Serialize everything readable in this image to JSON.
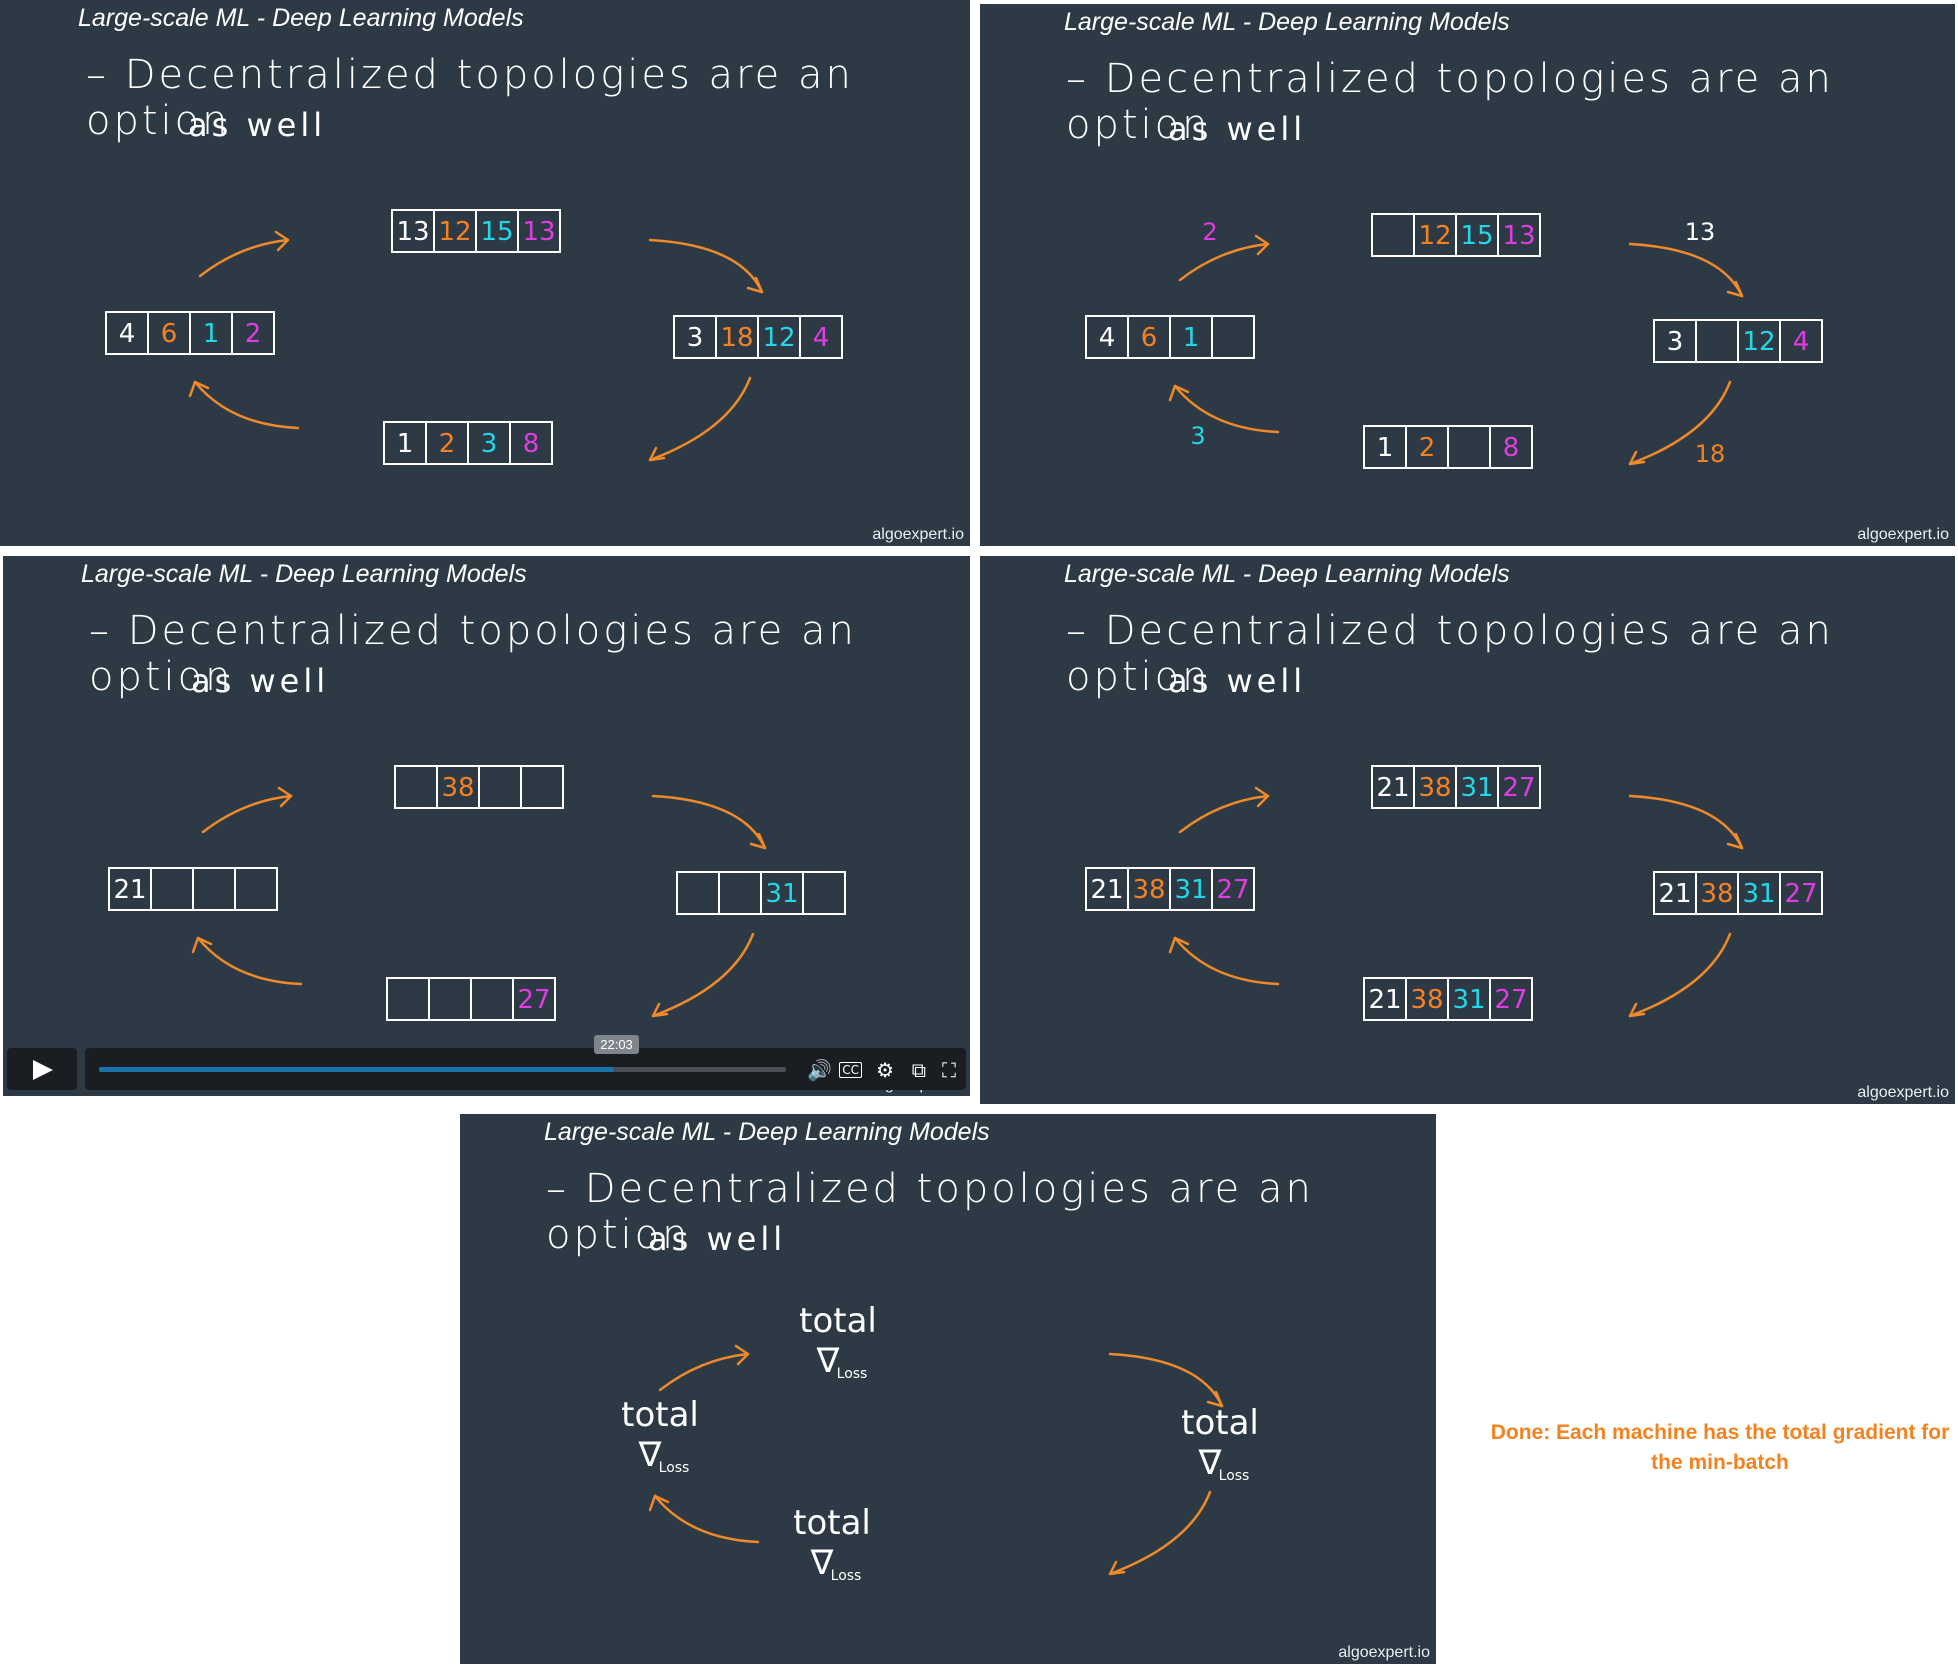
{
  "colors": {
    "background": "#2d3a45",
    "white": "#ffffff",
    "orange": "#f58220",
    "cyan": "#23d7e6",
    "magenta": "#e03ce0",
    "arrow": "#ee8a2a",
    "caption": "#f58220"
  },
  "panel_title": "Large-scale ML - Deep Learning Models",
  "handwritten_line1": "– Decentralized topologies are an option",
  "handwritten_line2": "as well",
  "watermark": "algoexpert.io",
  "total_label": "total",
  "loss_label": "Loss",
  "nabla": "∇",
  "video": {
    "time_tooltip": "22:03",
    "progress_fraction": 0.75,
    "play_icon": "play-icon",
    "volume_icon": "🔊",
    "cc_icon": "CC",
    "settings_icon": "⚙",
    "pip_icon": "⧉",
    "fullscreen_icon": "⛶"
  },
  "panels": [
    {
      "machines": [
        [
          "13",
          "12",
          "15",
          "13"
        ],
        [
          "3",
          "18",
          "12",
          "4"
        ],
        [
          "1",
          "2",
          "3",
          "8"
        ],
        [
          "4",
          "6",
          "1",
          "2"
        ]
      ],
      "transfer_labels": []
    },
    {
      "machines": [
        [
          "",
          "12",
          "15",
          "13"
        ],
        [
          "3",
          "",
          "12",
          "4"
        ],
        [
          "1",
          "2",
          "",
          "8"
        ],
        [
          "4",
          "6",
          "1",
          ""
        ]
      ],
      "transfer_labels": [
        {
          "text": "2",
          "color": "magenta"
        },
        {
          "text": "13",
          "color": "white"
        },
        {
          "text": "18",
          "color": "orange"
        },
        {
          "text": "3",
          "color": "cyan"
        }
      ]
    },
    {
      "machines": [
        [
          "",
          "38",
          "",
          ""
        ],
        [
          "",
          "",
          "31",
          ""
        ],
        [
          "",
          "",
          "",
          "27"
        ],
        [
          "21",
          "",
          "",
          ""
        ]
      ],
      "transfer_labels": []
    },
    {
      "machines": [
        [
          "21",
          "38",
          "31",
          "27"
        ],
        [
          "21",
          "38",
          "31",
          "27"
        ],
        [
          "21",
          "38",
          "31",
          "27"
        ],
        [
          "21",
          "38",
          "31",
          "27"
        ]
      ],
      "transfer_labels": []
    }
  ],
  "caption": "Done: Each machine has the total gradient for the min-batch"
}
